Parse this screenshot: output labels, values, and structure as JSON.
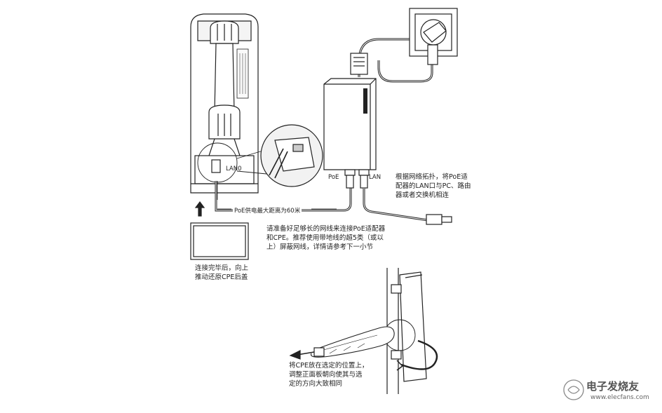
{
  "labels": {
    "lan0": "LAN0",
    "poe": "PoE",
    "lan": "LAN",
    "distance": "PoE供电最大距离为60米"
  },
  "notes": {
    "topology": "根据网络拓扑，将PoE适\n配器的LAN口与PC、路由\n器或者交换机相连",
    "cable": "请准备好足够长的网线来连接PoE适配器\n和CPE。推荐使用带地线的超5类（或以\n上）屏蔽网线，详情请参考下一小节",
    "cover": "连接完毕后，向上\n推动还原CPE后盖",
    "mount": "将CPE放在选定的位置上，\n调整正面板朝向使其与选\n定的方向大致相同"
  },
  "watermark": {
    "text": "电子发烧友",
    "url": "www.elecfans.com"
  },
  "colors": {
    "line": "#222222",
    "fill": "#ffffff",
    "shade": "#dddddd"
  }
}
